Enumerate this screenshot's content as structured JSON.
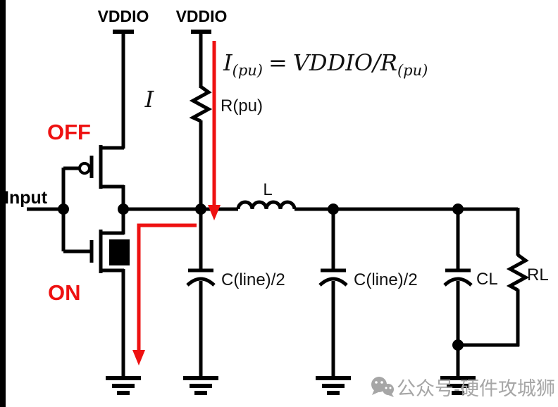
{
  "colors": {
    "wire": "#000000",
    "highlight_red": "#ee1111",
    "label_text": "#111111",
    "watermark_gray": "#a6a6a6"
  },
  "labels": {
    "vddio_left": "VDDIO",
    "vddio_right": "VDDIO",
    "input": "Input",
    "current": "I",
    "pmos_state": "OFF",
    "nmos_state": "ON",
    "pullup_resistor": "R(pu)",
    "inductor": "L",
    "line_cap_left": "C(line)/2",
    "line_cap_right": "C(line)/2",
    "load_cap": "CL",
    "load_resistor": "RL"
  },
  "formula": {
    "lhs": "I",
    "lhs_sub": "(pu)",
    "equals": "=",
    "rhs": "VDDIO/R",
    "rhs_sub": "(pu)"
  },
  "watermark": {
    "icon": "wechat-icon",
    "text": "公众号-硬件攻城狮"
  }
}
